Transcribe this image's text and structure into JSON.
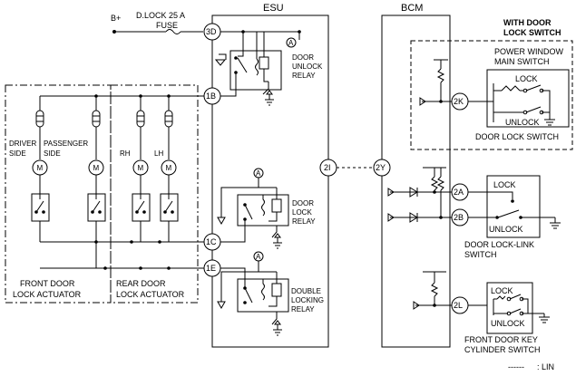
{
  "supply": {
    "battery": "B+",
    "fuse_line1": "D.LOCK 25 A",
    "fuse_line2": "FUSE"
  },
  "esu": {
    "title": "ESU",
    "terminals": [
      "3D",
      "1B",
      "1C",
      "1E",
      "2I"
    ],
    "door_unlock_relay": [
      "DOOR",
      "UNLOCK",
      "RELAY"
    ],
    "door_lock_relay": [
      "DOOR",
      "LOCK",
      "RELAY"
    ],
    "double_locking_relay": [
      "DOUBLE",
      "LOCKING",
      "RELAY"
    ],
    "node_label": "A"
  },
  "bcm": {
    "title": "BCM",
    "terminals": [
      "2Y",
      "2K",
      "2A",
      "2B",
      "2L"
    ]
  },
  "with_door_lock_switch": [
    "WITH DOOR",
    "LOCK SWITCH"
  ],
  "power_window_main_switch": [
    "POWER WINDOW",
    "MAIN SWITCH"
  ],
  "door_lock_switch": {
    "lock": "LOCK",
    "unlock": "UNLOCK",
    "name": "DOOR LOCK SWITCH"
  },
  "door_lock_link_switch": {
    "lock": "LOCK",
    "unlock": "UNLOCK",
    "name": [
      "DOOR LOCK-LINK",
      "SWITCH"
    ]
  },
  "front_door_key_cylinder_switch": {
    "lock": "LOCK",
    "unlock": "UNLOCK",
    "name": [
      "FRONT DOOR KEY",
      "CYLINDER SWITCH"
    ]
  },
  "actuators": {
    "driver_side": [
      "DRIVER",
      "SIDE"
    ],
    "passenger_side": [
      "PASSENGER",
      "SIDE"
    ],
    "rh": "RH",
    "lh": "LH",
    "front_label": [
      "FRONT DOOR",
      "LOCK ACTUATOR"
    ],
    "rear_label": [
      "REAR DOOR",
      "LOCK ACTUATOR"
    ],
    "motor_symbol": "M"
  },
  "legend": {
    "lin_line": "------",
    "lin_label": ": LIN"
  }
}
